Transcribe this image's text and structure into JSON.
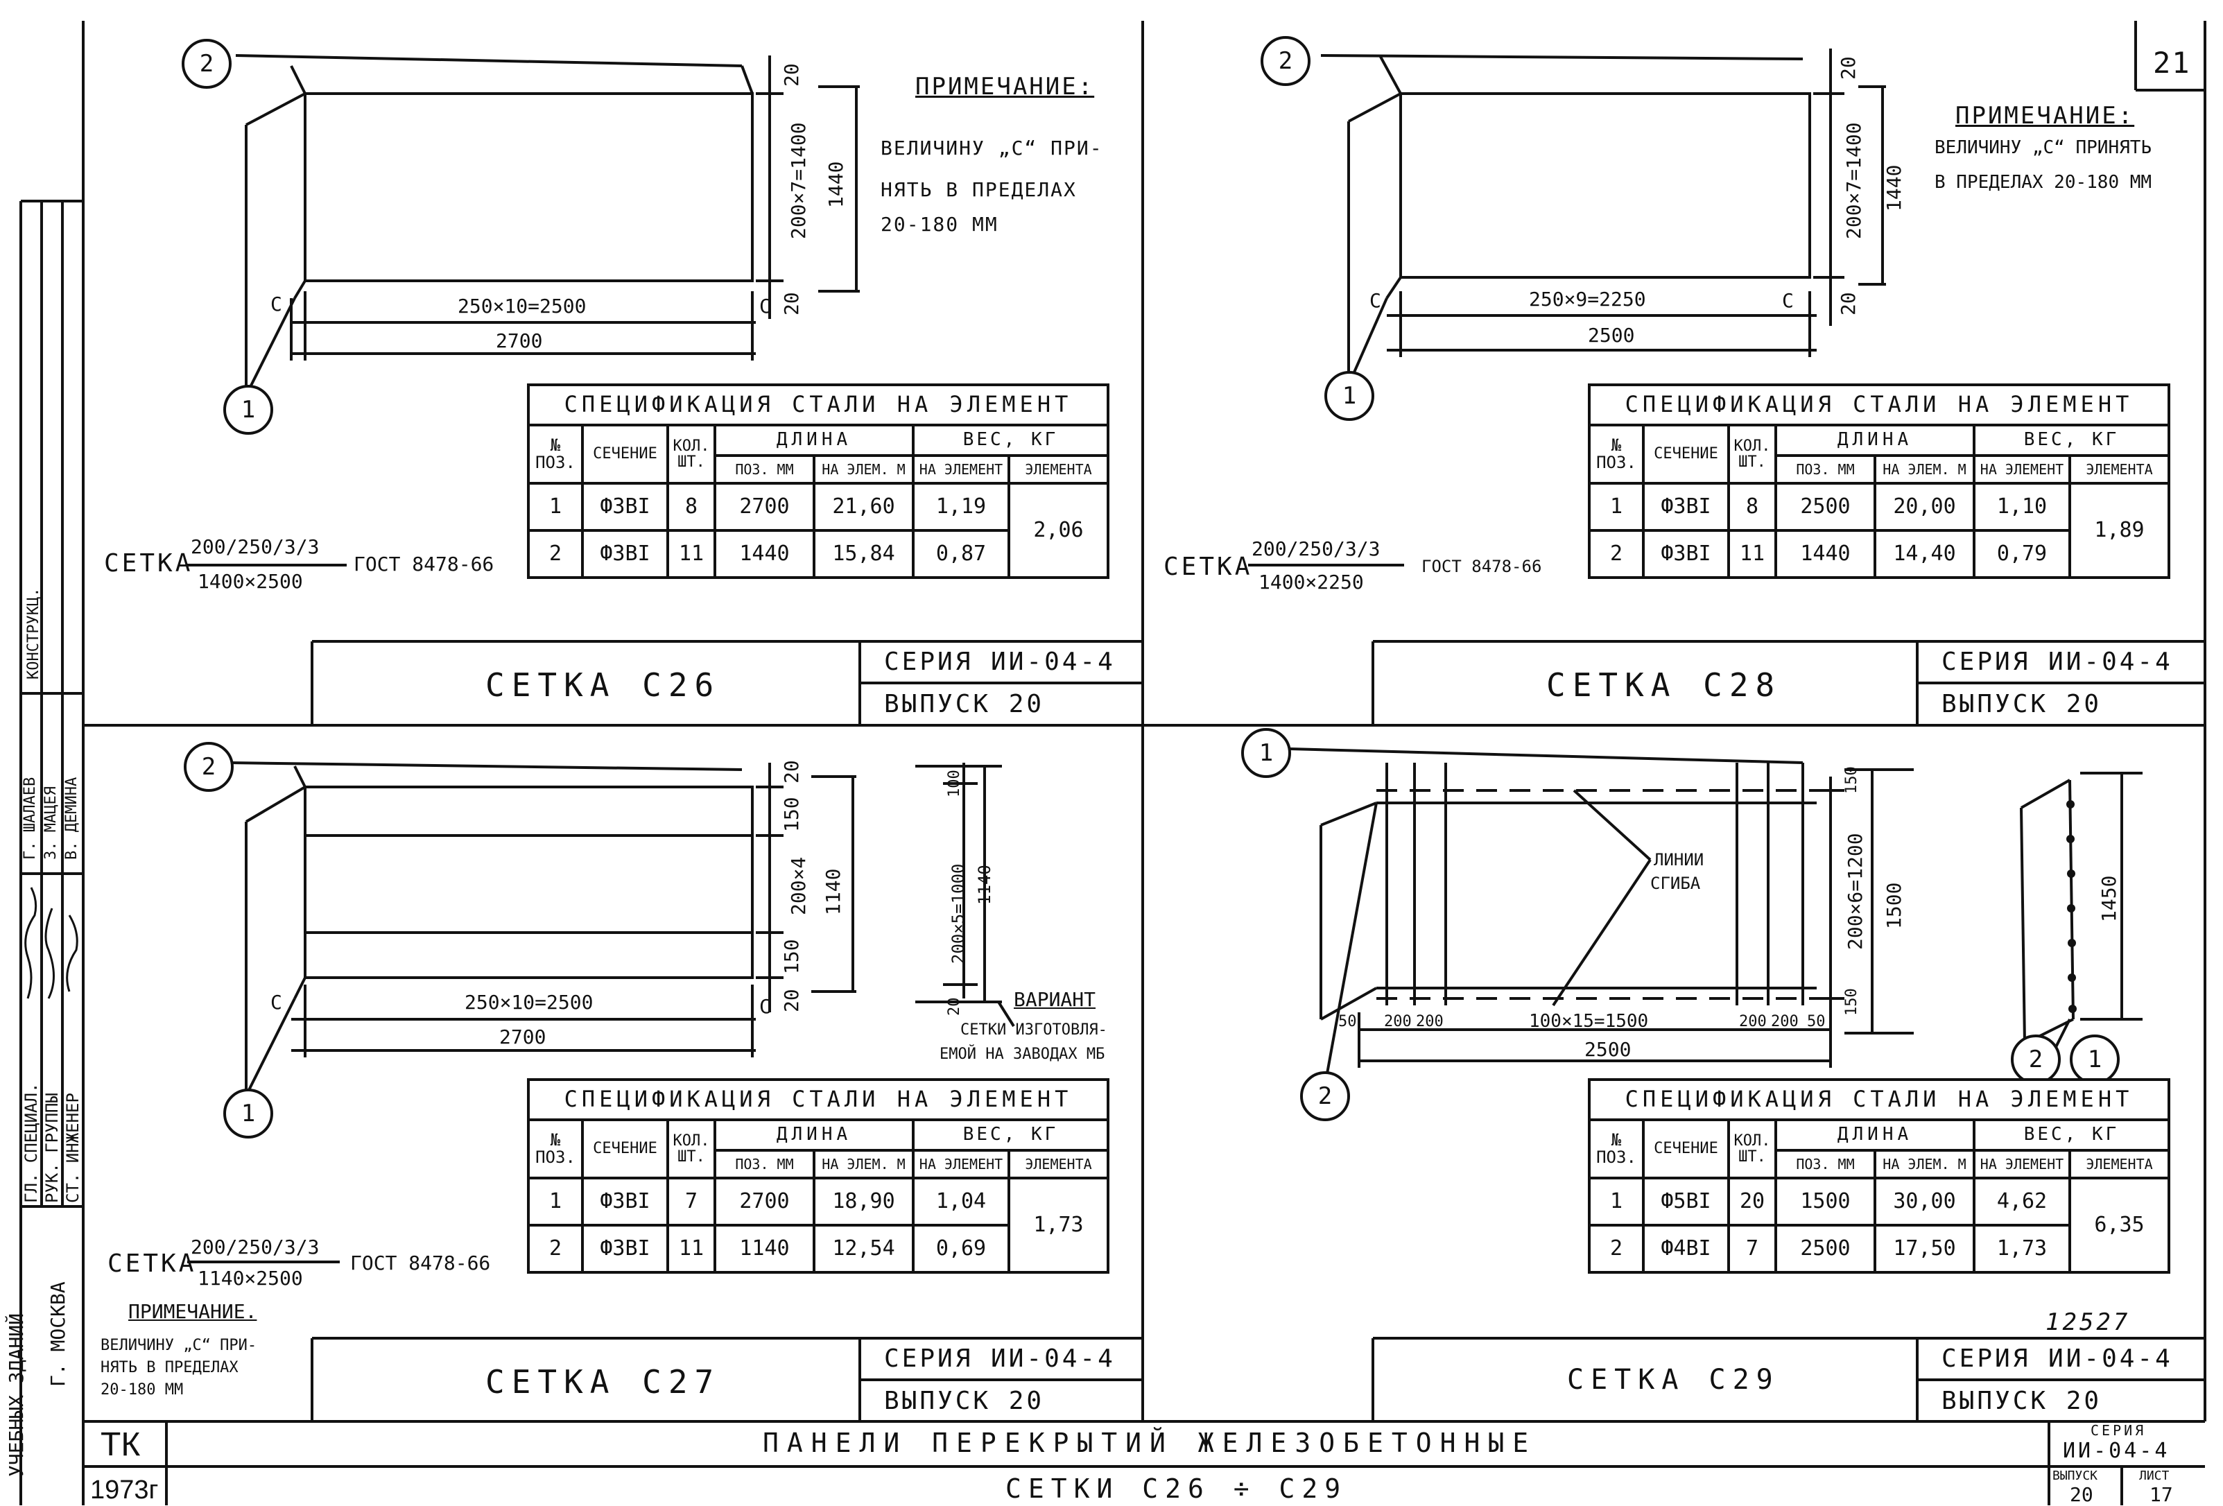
{
  "page_number": "21",
  "stamp_number": "12527",
  "side_stamp": {
    "rows": [
      {
        "role": "ГЛ. СПЕЦИАЛ.",
        "name": "Г. ШАЛАЕВ"
      },
      {
        "role": "РУК. ГРУППЫ",
        "name": "З. МАЦЕЯ"
      },
      {
        "role": "СТ. ИНЖЕНЕР",
        "name": "В. ДЕМИНА"
      }
    ],
    "org_top": "КОНСТРУКЦ.",
    "org_bottom": "УЧЕБНЫХ ЗДАНИЙ",
    "city": "Г. МОСКВА"
  },
  "title_block": {
    "org": "ТК",
    "year": "1973г",
    "title": "ПАНЕЛИ ПЕРЕКРЫТИЙ ЖЕЛЕЗОБЕТОННЫЕ",
    "subtitle": "СЕТКИ С26 ÷ С29",
    "series_label": "СЕРИЯ",
    "series_value": "ИИ-04-4",
    "issue_label": "ВЫПУСК",
    "issue_value": "20",
    "sheet_label": "ЛИСТ",
    "sheet_value": "17"
  },
  "table_headers": {
    "title": "СПЕЦИФИКАЦИЯ СТАЛИ НА ЭЛЕМЕНТ",
    "pos": "№ ПОЗ.",
    "section": "СЕЧЕНИЕ",
    "qty": "КОЛ. ШТ.",
    "length": "ДЛИНА",
    "len_pos": "ПОЗ. ММ",
    "len_el": "НА ЭЛЕМ. М",
    "weight": "ВЕС, КГ",
    "w_el": "НА ЭЛЕМЕНТ",
    "w_total": "ЭЛЕМЕНТА"
  },
  "panels": [
    {
      "id": "c26",
      "note_title": "ПРИМЕЧАНИЕ:",
      "note_lines": [
        "ВЕЛИЧИНУ „С“ ПРИ-",
        "НЯТЬ В ПРЕДЕЛАХ",
        "20-180 ММ"
      ],
      "dims": {
        "inner_h": "200×7=1400",
        "outer_h": "1440",
        "top": "20",
        "bottom": "20",
        "inner_w": "250×10=2500",
        "outer_w": "2700",
        "c": "С"
      },
      "mesh_label": "СЕТКА",
      "mesh_num": "200/250/3/3",
      "mesh_den": "1400×2500",
      "gost": "ГОСТ 8478-66",
      "rows": [
        {
          "pos": "1",
          "section": "Ф3ВI",
          "qty": "8",
          "len_mm": "2700",
          "len_m": "21,60",
          "weight": "1,19"
        },
        {
          "pos": "2",
          "section": "Ф3ВI",
          "qty": "11",
          "len_mm": "1440",
          "len_m": "15,84",
          "weight": "0,87"
        }
      ],
      "total": "2,06",
      "caption": "СЕТКА С26",
      "series": "СЕРИЯ ИИ-04-4",
      "issue": "ВЫПУСК 20"
    },
    {
      "id": "c28",
      "note_title": "ПРИМЕЧАНИЕ:",
      "note_lines": [
        "ВЕЛИЧИНУ „С“ ПРИНЯТЬ",
        "В ПРЕДЕЛАХ 20-180 ММ"
      ],
      "dims": {
        "inner_h": "200×7=1400",
        "outer_h": "1440",
        "top": "20",
        "bottom": "20",
        "inner_w": "250×9=2250",
        "outer_w": "2500",
        "c": "С"
      },
      "mesh_label": "СЕТКА",
      "mesh_num": "200/250/3/3",
      "mesh_den": "1400×2250",
      "gost": "ГОСТ 8478-66",
      "rows": [
        {
          "pos": "1",
          "section": "Ф3ВI",
          "qty": "8",
          "len_mm": "2500",
          "len_m": "20,00",
          "weight": "1,10"
        },
        {
          "pos": "2",
          "section": "Ф3ВI",
          "qty": "11",
          "len_mm": "1440",
          "len_m": "14,40",
          "weight": "0,79"
        }
      ],
      "total": "1,89",
      "caption": "СЕТКА С28",
      "series": "СЕРИЯ ИИ-04-4",
      "issue": "ВЫПУСК 20"
    },
    {
      "id": "c27",
      "note_title": "ПРИМЕЧАНИЕ.",
      "note_lines": [
        "ВЕЛИЧИНУ „С“ ПРИ-",
        "НЯТЬ В ПРЕДЕЛАХ",
        "20-180 ММ"
      ],
      "dims": {
        "inner_h": "200×4",
        "outer_h": "1140",
        "top": "20",
        "top2": "150",
        "mid2": "150",
        "bottom": "20",
        "inner_w": "250×10=2500",
        "outer_w": "2700",
        "c": "С"
      },
      "variant": {
        "top": "100",
        "inner": "200×5=1000",
        "outer": "1140",
        "bottom": "20",
        "title": "ВАРИАНТ",
        "text1": "СЕТКИ ИЗГОТОВЛЯ-",
        "text2": "ЕМОЙ НА ЗАВОДАХ МБ"
      },
      "mesh_label": "СЕТКА",
      "mesh_num": "200/250/3/3",
      "mesh_den": "1140×2500",
      "gost": "ГОСТ 8478-66",
      "rows": [
        {
          "pos": "1",
          "section": "Ф3ВI",
          "qty": "7",
          "len_mm": "2700",
          "len_m": "18,90",
          "weight": "1,04"
        },
        {
          "pos": "2",
          "section": "Ф3ВI",
          "qty": "11",
          "len_mm": "1140",
          "len_m": "12,54",
          "weight": "0,69"
        }
      ],
      "total": "1,73",
      "caption": "СЕТКА С27",
      "series": "СЕРИЯ ИИ-04-4",
      "issue": "ВЫПУСК 20"
    },
    {
      "id": "c29",
      "bend_label1": "ЛИНИИ",
      "bend_label2": "СГИБА",
      "dims": {
        "inner_h": "200×6=1200",
        "outer_h": "1500",
        "top": "150",
        "bottom": "150",
        "inner_w": "100×15=1500",
        "outer_w": "2500",
        "s50": "50",
        "s200": "200",
        "side_h": "1450"
      },
      "rows": [
        {
          "pos": "1",
          "section": "Ф5ВI",
          "qty": "20",
          "len_mm": "1500",
          "len_m": "30,00",
          "weight": "4,62"
        },
        {
          "pos": "2",
          "section": "Ф4ВI",
          "qty": "7",
          "len_mm": "2500",
          "len_m": "17,50",
          "weight": "1,73"
        }
      ],
      "total": "6,35",
      "caption": "СЕТКА С29",
      "series": "СЕРИЯ ИИ-04-4",
      "issue": "ВЫПУСК 20"
    }
  ]
}
